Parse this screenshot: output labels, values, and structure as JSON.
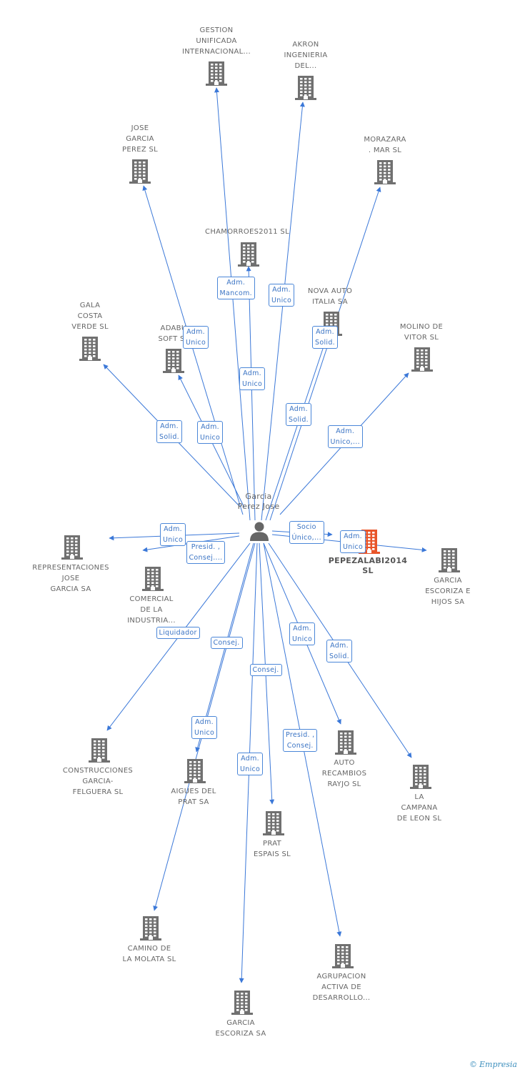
{
  "center": {
    "name": "Garcia\nPerez Jose"
  },
  "colors": {
    "edge": "#3b78d8",
    "building": "#707070",
    "highlight": "#e8552a"
  },
  "nodes": [
    {
      "id": "gestion",
      "label": "GESTION\nUNIFICADA\nINTERNACIONAL..."
    },
    {
      "id": "akron",
      "label": "AKRON\nINGENIERIA\nDEL..."
    },
    {
      "id": "jose_garcia",
      "label": "JOSE\nGARCIA\nPEREZ SL"
    },
    {
      "id": "morazara",
      "label": "MORAZARA\n. MAR SL"
    },
    {
      "id": "chamorroes",
      "label": "CHAMORROES2011 SL"
    },
    {
      "id": "nova",
      "label": "NOVA AUTO\nITALIA SA"
    },
    {
      "id": "gala",
      "label": "GALA\nCOSTA\nVERDE SL"
    },
    {
      "id": "adabu",
      "label": "ADABU\nSOFT SL"
    },
    {
      "id": "molino",
      "label": "MOLINO DE\nVITOR SL"
    },
    {
      "id": "representaciones",
      "label": "REPRESENTACIONES\nJOSE\nGARCIA SA"
    },
    {
      "id": "comercial",
      "label": "COMERCIAL\nDE LA\nINDUSTRIA..."
    },
    {
      "id": "pepezalabi",
      "label": "PEPEZALABI2014\nSL",
      "highlight": true
    },
    {
      "id": "garcia_escoriza_hijos",
      "label": "GARCIA\nESCORIZA E\nHIJOS SA"
    },
    {
      "id": "construcciones",
      "label": "CONSTRUCCIONES\nGARCIA-\nFELGUERA SL"
    },
    {
      "id": "aigues",
      "label": "AIGUES DEL\nPRAT SA"
    },
    {
      "id": "auto_recambios",
      "label": "AUTO\nRECAMBIOS\nRAYJO SL"
    },
    {
      "id": "la_campana",
      "label": "LA\nCAMPANA\nDE LEON SL"
    },
    {
      "id": "prat_espais",
      "label": "PRAT\nESPAIS SL"
    },
    {
      "id": "camino",
      "label": "CAMINO DE\nLA MOLATA SL"
    },
    {
      "id": "agrupacion",
      "label": "AGRUPACION\nACTIVA DE\nDESARROLLO..."
    },
    {
      "id": "garcia_escoriza",
      "label": "GARCIA\nESCORIZA SA"
    }
  ],
  "edges": [
    {
      "to": "gestion",
      "label": "Adm.\nMancom."
    },
    {
      "to": "akron",
      "label": "Adm.\nUnico"
    },
    {
      "to": "jose_garcia",
      "label": "Adm.\nUnico"
    },
    {
      "to": "morazara",
      "label": "Adm.\nSolid."
    },
    {
      "to": "chamorroes",
      "label": "Adm.\nUnico"
    },
    {
      "to": "nova",
      "label": "Adm.\nSolid."
    },
    {
      "to": "gala",
      "label": "Adm.\nSolid."
    },
    {
      "to": "adabu",
      "label": "Adm.\nUnico"
    },
    {
      "to": "molino",
      "label": "Adm.\nUnico,..."
    },
    {
      "to": "representaciones",
      "label": "Adm.\nUnico"
    },
    {
      "to": "comercial",
      "label": "Presid. ,\nConsej...."
    },
    {
      "to": "pepezalabi",
      "label": "Socio\nÚnico,..."
    },
    {
      "to": "garcia_escoriza_hijos",
      "label": "Adm.\nUnico"
    },
    {
      "to": "construcciones",
      "label": "Liquidador"
    },
    {
      "to": "aigues",
      "label": "Consej."
    },
    {
      "to": "auto_recambios",
      "label": "Adm.\nUnico"
    },
    {
      "to": "la_campana",
      "label": "Adm.\nSolid."
    },
    {
      "to": "prat_espais",
      "label": "Consej."
    },
    {
      "to": "camino",
      "label": "Adm.\nUnico"
    },
    {
      "to": "agrupacion",
      "label": "Presid. ,\nConsej."
    },
    {
      "to": "garcia_escoriza",
      "label": "Adm.\nUnico"
    }
  ],
  "brand": {
    "symbol": "©",
    "name": "Empresia"
  }
}
